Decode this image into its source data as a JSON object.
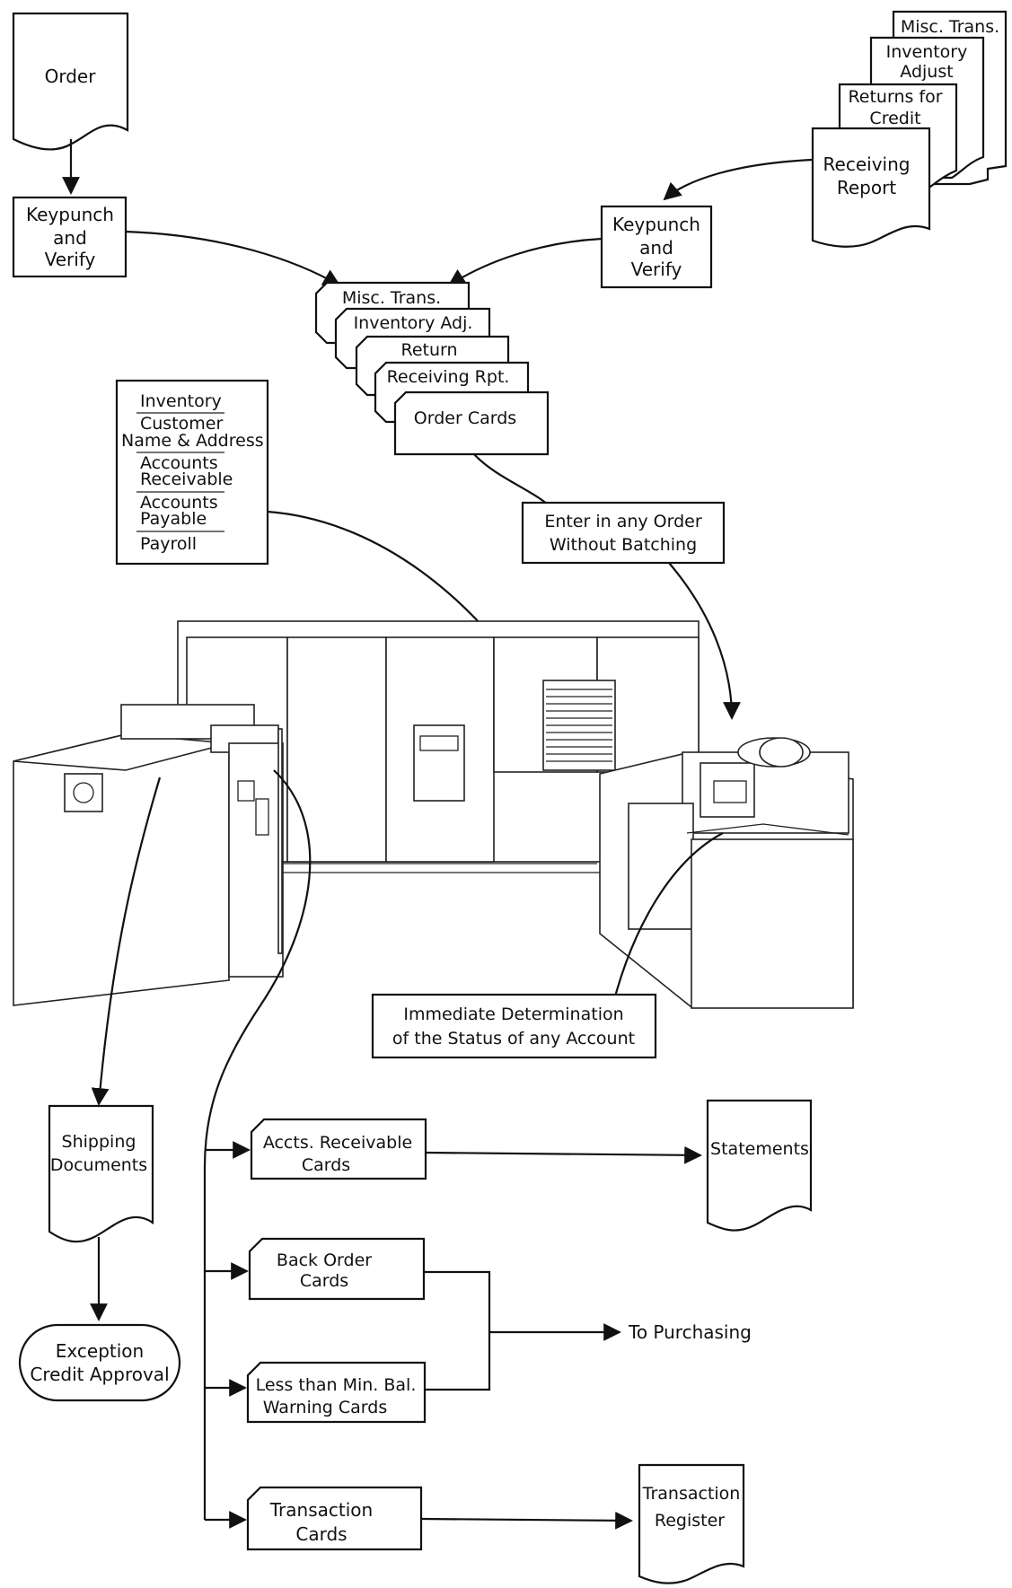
{
  "order": "Order",
  "keypunch_left": [
    "Keypunch",
    "and",
    "Verify"
  ],
  "source_docs": {
    "misc_trans": "Misc. Trans.",
    "inventory_adjust": [
      "Inventory",
      "Adjust"
    ],
    "returns_for_credit": [
      "Returns for",
      "Credit"
    ],
    "receiving_report": [
      "Receiving",
      "Report"
    ]
  },
  "keypunch_right": [
    "Keypunch",
    "and",
    "Verify"
  ],
  "card_deck": [
    "Misc. Trans.",
    "Inventory Adj.",
    "Return",
    "Receiving Rpt.",
    "Order Cards"
  ],
  "files": [
    "Inventory",
    "Customer",
    "Name & Address",
    "Accounts",
    "Receivable",
    "Accounts",
    "Payable",
    "Payroll"
  ],
  "enter_note": [
    "Enter in any Order",
    "Without Batching"
  ],
  "status_note": [
    "Immediate Determination",
    "of the Status of any Account"
  ],
  "shipping_documents": [
    "Shipping",
    "Documents"
  ],
  "exception_credit": [
    "Exception",
    "Credit Approval"
  ],
  "outputs": {
    "accts_receivable_cards": [
      "Accts. Receivable",
      "Cards"
    ],
    "statements": "Statements",
    "back_order_cards": [
      "Back Order",
      "Cards"
    ],
    "to_purchasing": "To Purchasing",
    "min_bal_cards": [
      "Less than Min. Bal.",
      "Warning Cards"
    ],
    "transaction_cards": [
      "Transaction",
      "Cards"
    ],
    "transaction_register": [
      "Transaction",
      "Register"
    ]
  },
  "colors": {
    "ink": "#111111",
    "paper": "#ffffff"
  }
}
